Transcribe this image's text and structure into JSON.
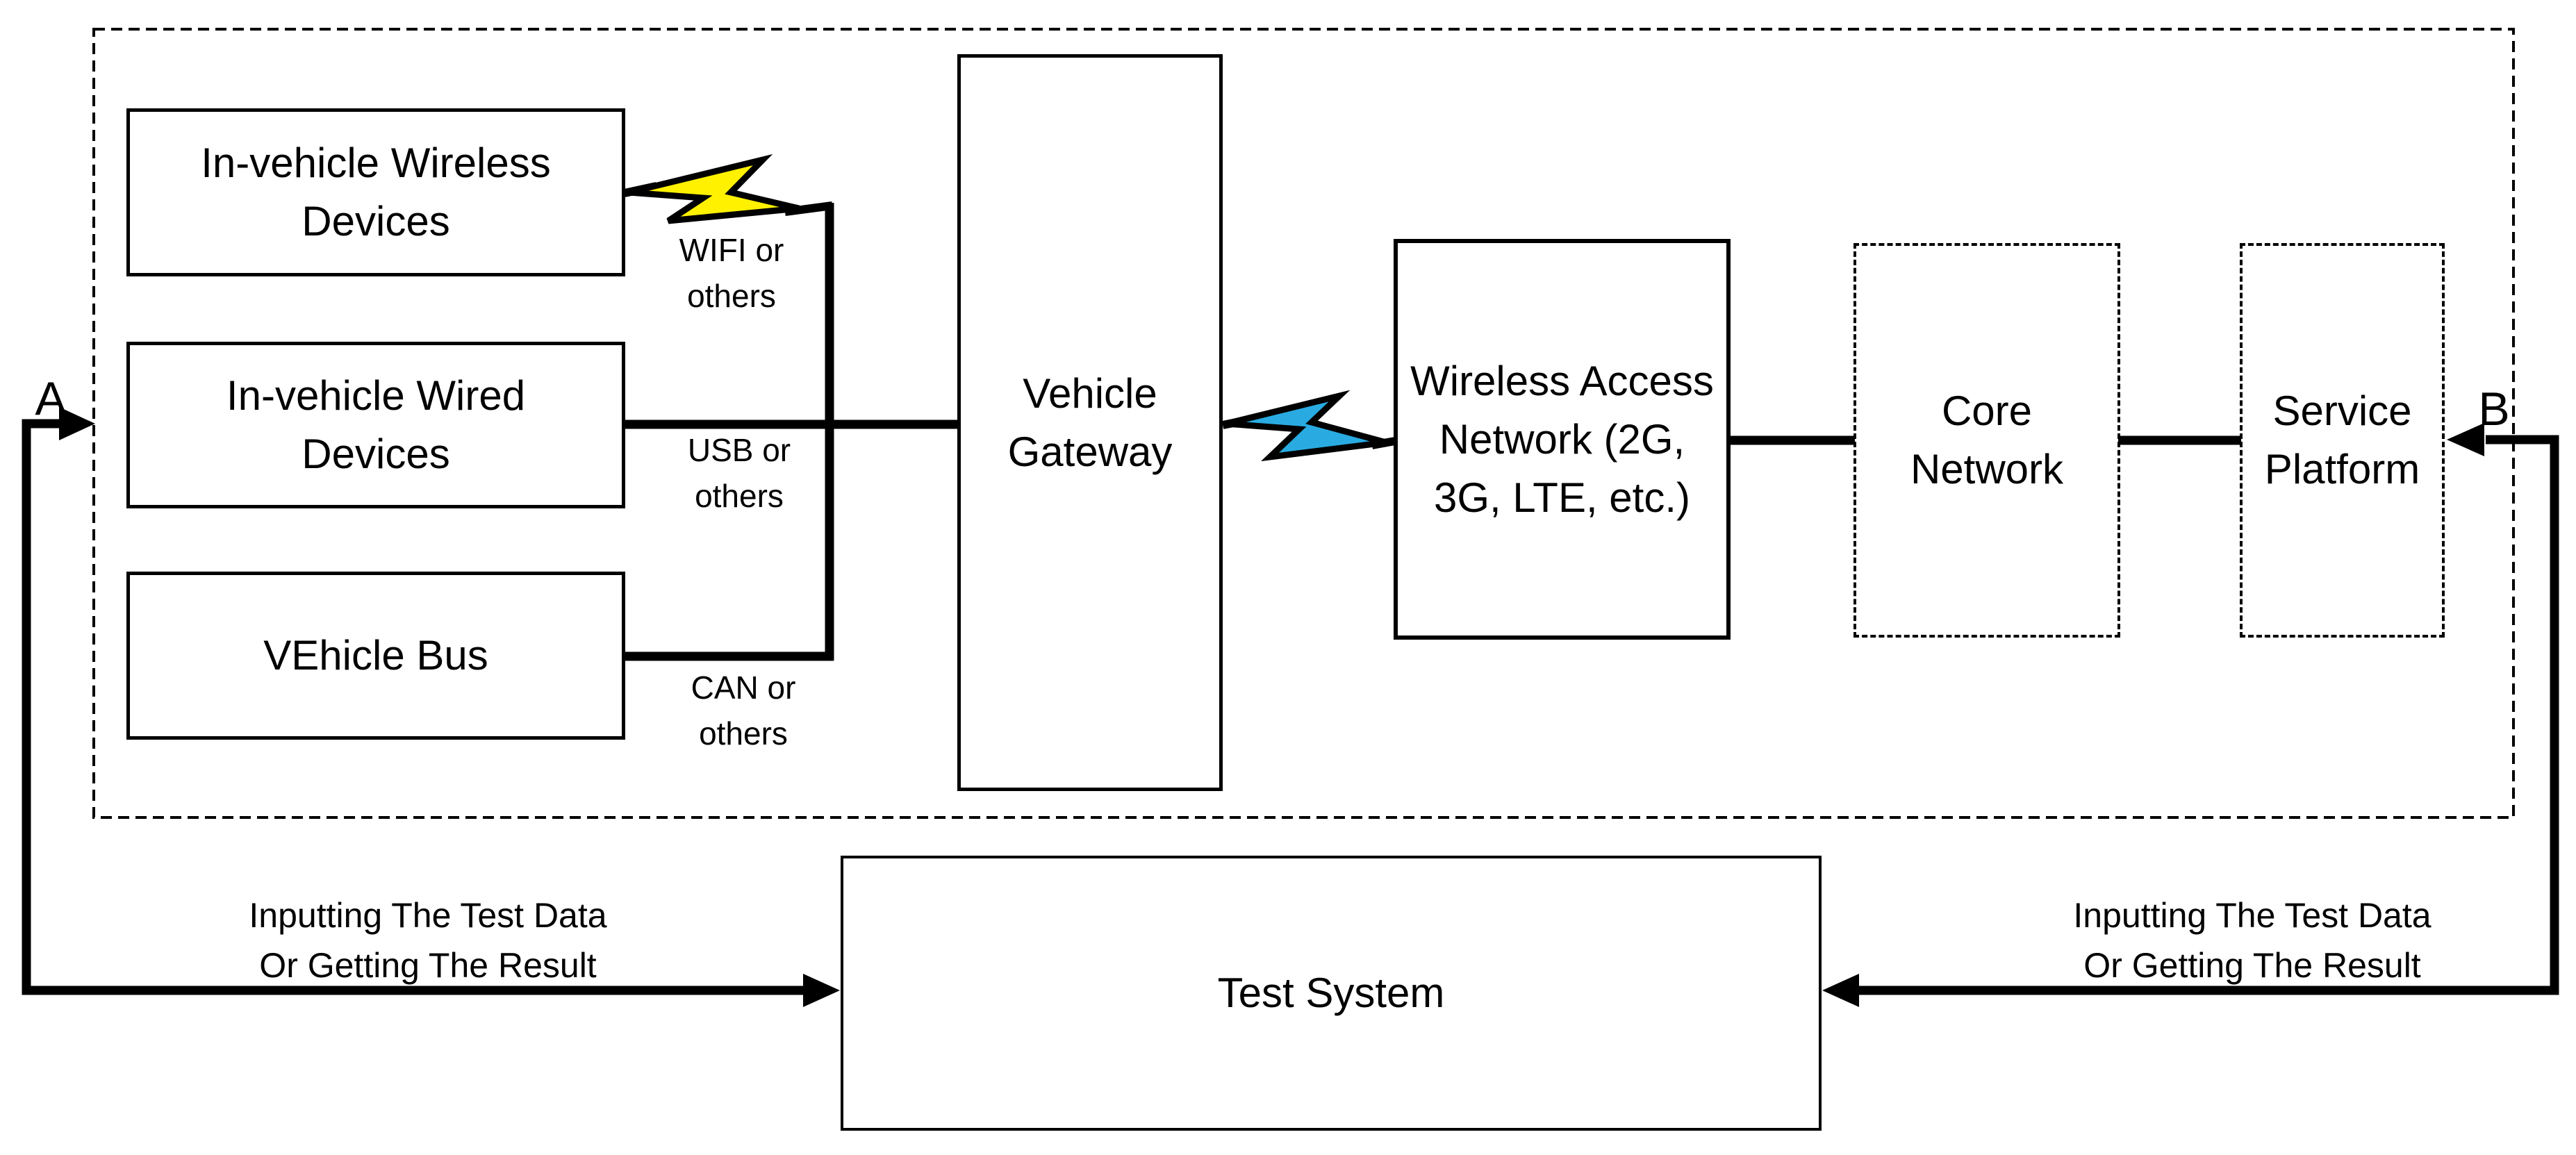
{
  "diagram": {
    "background": "#FFFFFF",
    "stroke_color": "#000000",
    "colors": {
      "wifi_bolt": "#FFF100",
      "cellular_bolt": "#29ABE2"
    },
    "icons": {
      "wifi_link": "lightning-bolt",
      "cellular_link": "lightning-bolt"
    },
    "nodes": {
      "in_vehicle_wireless_devices": {
        "lines": [
          "In-vehicle Wireless",
          "Devices"
        ]
      },
      "in_vehicle_wired_devices": {
        "lines": [
          "In-vehicle Wired",
          "Devices"
        ]
      },
      "vehicle_bus": {
        "lines": [
          "VEhicle Bus"
        ]
      },
      "vehicle_gateway": {
        "lines": [
          "Vehicle",
          "Gateway"
        ]
      },
      "wireless_access_network": {
        "lines": [
          "Wireless Access",
          "Network (2G,",
          "3G, LTE, etc.)"
        ]
      },
      "core_network": {
        "lines": [
          "Core",
          "Network"
        ]
      },
      "service_platform": {
        "lines": [
          "Service",
          "Platform"
        ]
      },
      "test_system": {
        "lines": [
          "Test System"
        ]
      }
    },
    "link_labels": {
      "wifi": {
        "lines": [
          "WIFI or",
          "others"
        ]
      },
      "usb": {
        "lines": [
          "USB or",
          "others"
        ]
      },
      "can": {
        "lines": [
          "CAN or",
          "others"
        ]
      }
    },
    "test_points": {
      "a": "A",
      "b": "B"
    },
    "flow_labels": {
      "left": {
        "lines": [
          "Inputting The Test Data",
          "Or Getting The Result"
        ]
      },
      "right": {
        "lines": [
          "Inputting The Test Data",
          "Or Getting The Result"
        ]
      }
    }
  }
}
